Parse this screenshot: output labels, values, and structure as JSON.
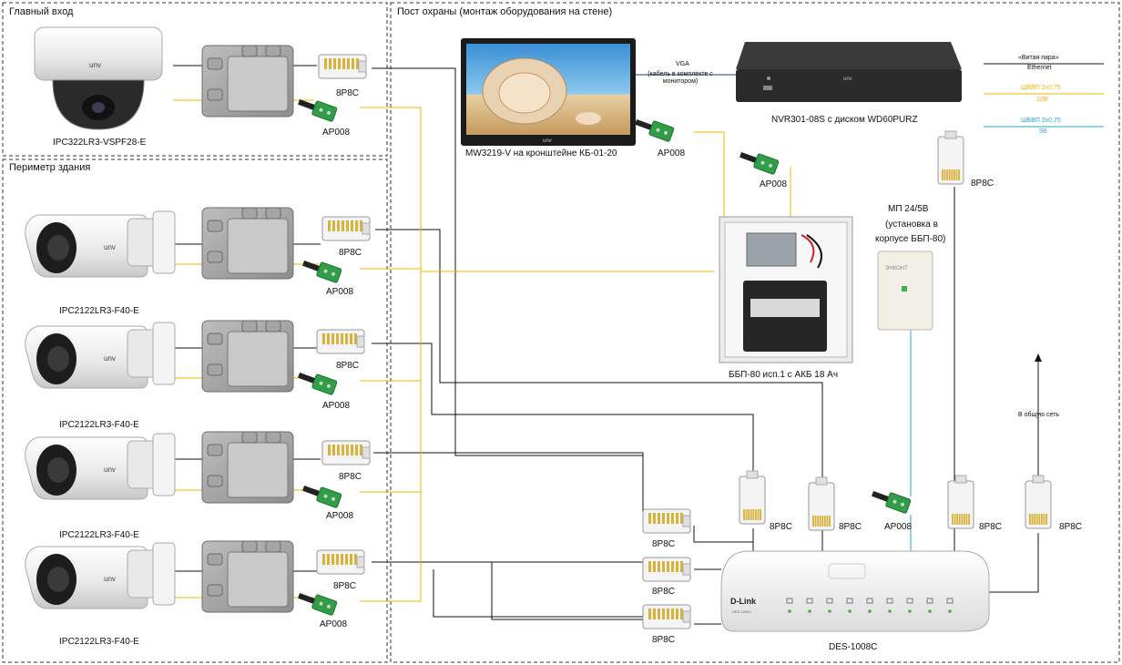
{
  "regions": {
    "main_entrance": "Главный вход",
    "perimeter": "Периметр здания",
    "guard_post": "Пост охраны (монтаж оборудования на стене)"
  },
  "cameras": [
    {
      "model": "IPC322LR3-VSPF28-E",
      "rj45": "8P8C",
      "power": "AP008",
      "brand": "unv"
    },
    {
      "model": "IPC2122LR3-F40-E",
      "rj45": "8P8C",
      "power": "AP008",
      "brand": "unv"
    },
    {
      "model": "IPC2122LR3-F40-E",
      "rj45": "8P8C",
      "power": "AP008",
      "brand": "unv"
    },
    {
      "model": "IPC2122LR3-F40-E",
      "rj45": "8P8C",
      "power": "AP008",
      "brand": "unv"
    },
    {
      "model": "IPC2122LR3-F40-E",
      "rj45": "8P8C",
      "power": "AP008",
      "brand": "unv"
    }
  ],
  "monitor": {
    "label": "MW3219-V на кронштейне КБ-01-20",
    "power": "AP008",
    "brand": "unv"
  },
  "vga": {
    "title": "VGA",
    "note": "(кабель в комплекте с монитором)"
  },
  "nvr": {
    "label": "NVR301-08S с диском WD60PURZ",
    "rj45": "8P8C",
    "power": "AP008",
    "brand": "unv"
  },
  "legend": [
    {
      "title": "«Витая пара»",
      "sub": "Ethernet",
      "color": "#111111"
    },
    {
      "title": "ШВВП 2х0,75",
      "sub": "12В",
      "color": "#f0b400"
    },
    {
      "title": "ШВВП 2х0,75",
      "sub": "5В",
      "color": "#2aa6cf"
    }
  ],
  "psu": {
    "line1": "МП 24/5В",
    "line2": "(установка в",
    "line3": "корпусе ББП-80)",
    "brand": "ЭНКОНТ"
  },
  "ups": {
    "label": "ББП-80 исп.1 с АКБ 18 Ач"
  },
  "switch": {
    "label": "DES-1008C",
    "brand": "D-Link",
    "model_text": "DES-1008C"
  },
  "switch_ports": [
    "8P8C",
    "8P8C",
    "8P8C",
    "8P8C",
    "8P8C",
    "8P8C",
    "8P8C",
    "AP008"
  ],
  "uplink": {
    "label": "В общую сеть"
  },
  "colors": {
    "ethernet": "#111111",
    "power12": "#f0b400",
    "power5": "#2aa6cf"
  }
}
